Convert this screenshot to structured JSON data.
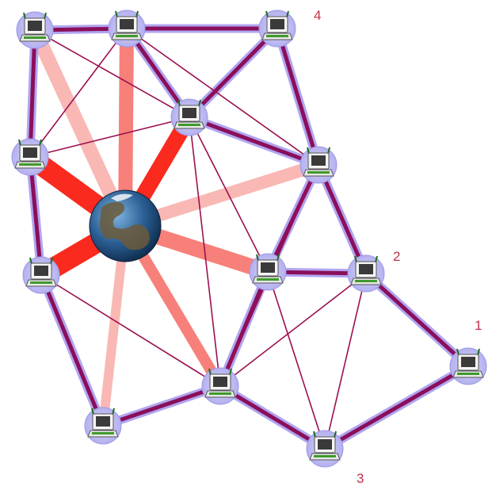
{
  "diagram": {
    "labels": {
      "n1": "1",
      "n2": "2",
      "n3": "3",
      "n4": "4"
    },
    "colors": {
      "background": "#ffffff",
      "halo": "#b9b6f0",
      "mesh_core": "#8a0f5a",
      "mesh_glow": "#a99cf0",
      "thin_link": "#9b1050",
      "hub_strong": "#fa2a1e",
      "hub_mid": "#f7807a",
      "hub_light": "#f9b8b4",
      "label": "#c0304a"
    },
    "icons": {
      "node": "laptop-icon",
      "hub": "globe-icon"
    }
  }
}
